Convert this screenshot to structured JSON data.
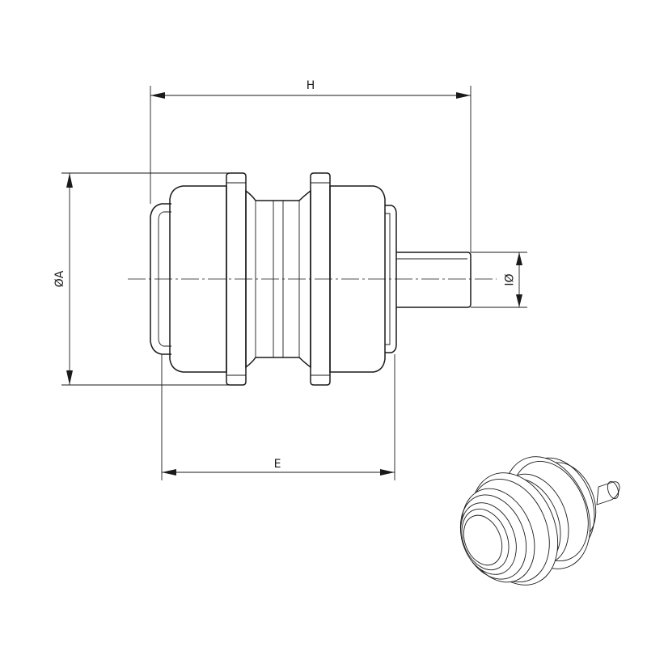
{
  "dimensions": {
    "overall_length": "H",
    "outer_diameter": "ØA",
    "shaft_diameter": "ØI",
    "body_length": "E"
  },
  "colors": {
    "line": "#1a1a1a",
    "background": "#ffffff"
  }
}
